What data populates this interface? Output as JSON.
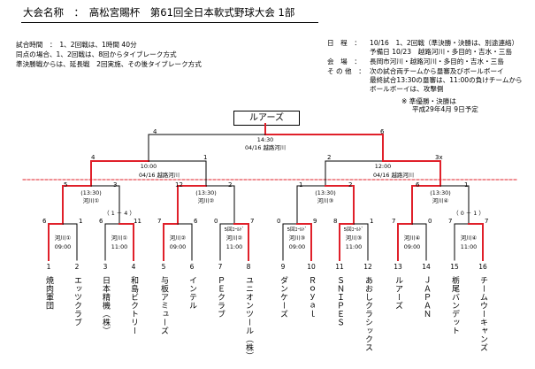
{
  "title": "大会名称　：　高松宮賜杯　第61回全日本軟式野球大会 1部",
  "left_info": [
    "試合時間　：　1、2回戦は、1時間 40分",
    "同点の場合、1、2回戦は、8回からタイブレーク方式",
    "準決勝戦からは、延長戦　2回実施、その後タイブレーク方式"
  ],
  "right_info": {
    "schedule_label": "日　程　：",
    "schedule_1": "10/16　1、2回戦（準決勝・決勝は、別途連絡）",
    "schedule_2": "予備日 10/23　越路河川・多目的・吉水・三島",
    "venue_label": "会　場　：",
    "venue": "長岡市河川・越路河川・多目的・吉水・三島",
    "other_label": "そ の 他　：",
    "other_1": "次の試合両チームから塁審及びボールボーイ",
    "other_2": "最終試合13:30の塁審は、11:00の負けチームから",
    "other_3": "ボールボーイは、攻撃側",
    "note_1": "※ 準優勝・決勝は",
    "note_2": "平成29年4月 9日予定"
  },
  "champion_label": "ルアーズ",
  "final": {
    "time": "14:30",
    "place": "04/16 越路河川",
    "score_left": "4",
    "score_right": "6"
  },
  "semis": [
    {
      "time": "10:00",
      "place": "04/16 越路河川",
      "score_left": "4",
      "score_right": "1"
    },
    {
      "time": "12:00",
      "place": "04/16 越路河川",
      "score_left": "2",
      "score_right": "3x"
    }
  ],
  "quarters": [
    {
      "time": "(13:30)",
      "venue": "河川①",
      "score_left": "5",
      "score_right": "3"
    },
    {
      "time": "(13:30)",
      "venue": "河川②",
      "score_left": "12",
      "score_right": "2"
    },
    {
      "time": "(13:30)",
      "venue": "河川③",
      "score_left": "1",
      "score_right": "2"
    },
    {
      "time": "(13:30)",
      "venue": "河川④",
      "score_left": "6",
      "score_right": "1"
    }
  ],
  "r1": [
    {
      "venue": "河川①",
      "time": "09:00",
      "score_left": "6",
      "score_right": "1",
      "note": ""
    },
    {
      "venue": "河川①",
      "time": "11:00",
      "score_left": "6",
      "score_right": "11",
      "note": "（ 1 － 4 ）"
    },
    {
      "venue": "河川②",
      "time": "09:00",
      "score_left": "7",
      "score_right": "6",
      "note": ""
    },
    {
      "venue": "河川②",
      "time": "11:00",
      "score_left": "0",
      "score_right": "7",
      "note": "",
      "called": "5回ｺｰﾙﾄﾞ"
    },
    {
      "venue": "河川③",
      "time": "09:00",
      "score_left": "0",
      "score_right": "9",
      "note": "",
      "called": "5回ｺｰﾙﾄﾞ"
    },
    {
      "venue": "河川③",
      "time": "11:00",
      "score_left": "8",
      "score_right": "1",
      "note": "",
      "called": "5回ｺｰﾙﾄﾞ"
    },
    {
      "venue": "河川④",
      "time": "09:00",
      "score_left": "7",
      "score_right": "0",
      "note": ""
    },
    {
      "venue": "河川④",
      "time": "11:00",
      "score_left": "7",
      "score_right": "7",
      "note": "（ 0 － 1 ）"
    }
  ],
  "teams": [
    {
      "num": "1",
      "name": "焼肉軍団"
    },
    {
      "num": "2",
      "name": "エッツクラブ"
    },
    {
      "num": "3",
      "name": "日本精機（株）"
    },
    {
      "num": "4",
      "name": "和島ビクトリー"
    },
    {
      "num": "5",
      "name": "与板アミューズ"
    },
    {
      "num": "6",
      "name": "インテル"
    },
    {
      "num": "7",
      "name": "ＰＥクラブ"
    },
    {
      "num": "8",
      "name": "ユニオンツール（株）"
    },
    {
      "num": "9",
      "name": "ダンケーズ"
    },
    {
      "num": "10",
      "name": "Ｒｏｙａｌ"
    },
    {
      "num": "11",
      "name": "ＳＮＩＰＥＳ"
    },
    {
      "num": "12",
      "name": "あおしクラシックス"
    },
    {
      "num": "13",
      "name": "ルアーズ"
    },
    {
      "num": "14",
      "name": "ＪＡＰＡＮ"
    },
    {
      "num": "15",
      "name": "栃尾バンデット"
    },
    {
      "num": "16",
      "name": "チームウーキャンズ"
    }
  ],
  "colors": {
    "winner_line": "#e0202a",
    "line": "#000000",
    "divider": "#e0202a"
  }
}
